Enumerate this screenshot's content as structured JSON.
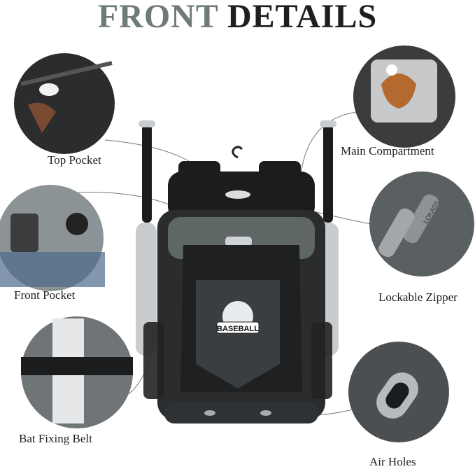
{
  "title": {
    "part1": "FRONT",
    "part2": "DETAILS"
  },
  "colors": {
    "title_accent": "#6e7b79",
    "title_dark": "#1e1e1e",
    "bag_black": "#1b1c1e",
    "bag_gray": "#5f6766",
    "bat_silver": "#c9cccf"
  },
  "callouts": [
    {
      "label": "Top Pocket"
    },
    {
      "label": "Main Compartment"
    },
    {
      "label": "Front Pocket"
    },
    {
      "label": "Lockable Zipper"
    },
    {
      "label": "Bat Fixing Belt"
    },
    {
      "label": "Air Holes"
    }
  ],
  "product": {
    "brand_logo": "LOKASS",
    "patch_text": "BASEBALL",
    "zipper_text": "LOKASS"
  }
}
